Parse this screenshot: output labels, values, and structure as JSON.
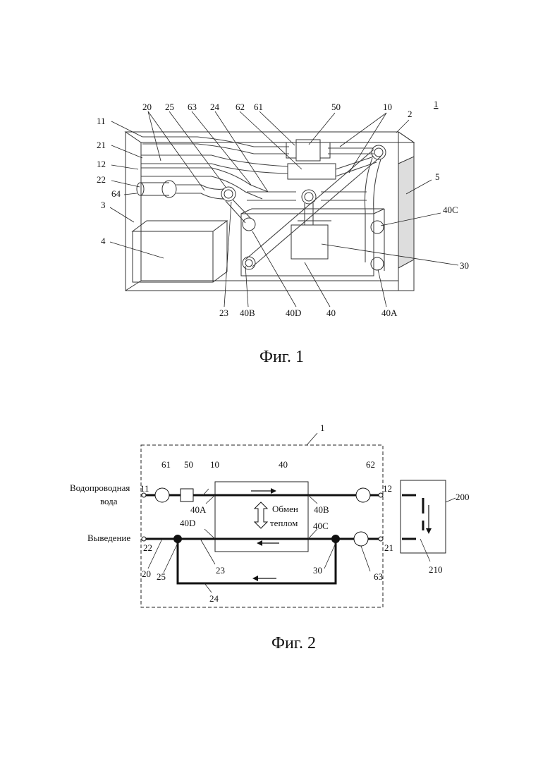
{
  "figure1": {
    "caption": "Фиг. 1",
    "device_number": "1",
    "labels": {
      "l11": "11",
      "l21": "21",
      "l12": "12",
      "l22": "22",
      "l64": "64",
      "l3": "3",
      "l4": "4",
      "l20": "20",
      "l25": "25",
      "l63": "63",
      "l24": "24",
      "l62": "62",
      "l61": "61",
      "l50": "50",
      "l10": "10",
      "l2": "2",
      "l5": "5",
      "l40C": "40C",
      "l30": "30",
      "l23": "23",
      "l40B": "40B",
      "l40D": "40D",
      "l40": "40",
      "l40A": "40A"
    }
  },
  "figure2": {
    "caption": "Фиг. 2",
    "device_number": "1",
    "inlet_text_line1": "Водопроводная",
    "inlet_text_line2": "вода",
    "outlet_text": "Выведение",
    "exchange_line1": "Обмен",
    "exchange_line2": "теплом",
    "labels": {
      "l61": "61",
      "l50": "50",
      "l10": "10",
      "l40": "40",
      "l62": "62",
      "l11": "11",
      "l12": "12",
      "l200": "200",
      "l40A": "40A",
      "l40B": "40B",
      "l40D": "40D",
      "l40C": "40C",
      "l22": "22",
      "l21": "21",
      "l20": "20",
      "l25": "25",
      "l23": "23",
      "l30": "30",
      "l63": "63",
      "l210": "210",
      "l24": "24"
    }
  }
}
